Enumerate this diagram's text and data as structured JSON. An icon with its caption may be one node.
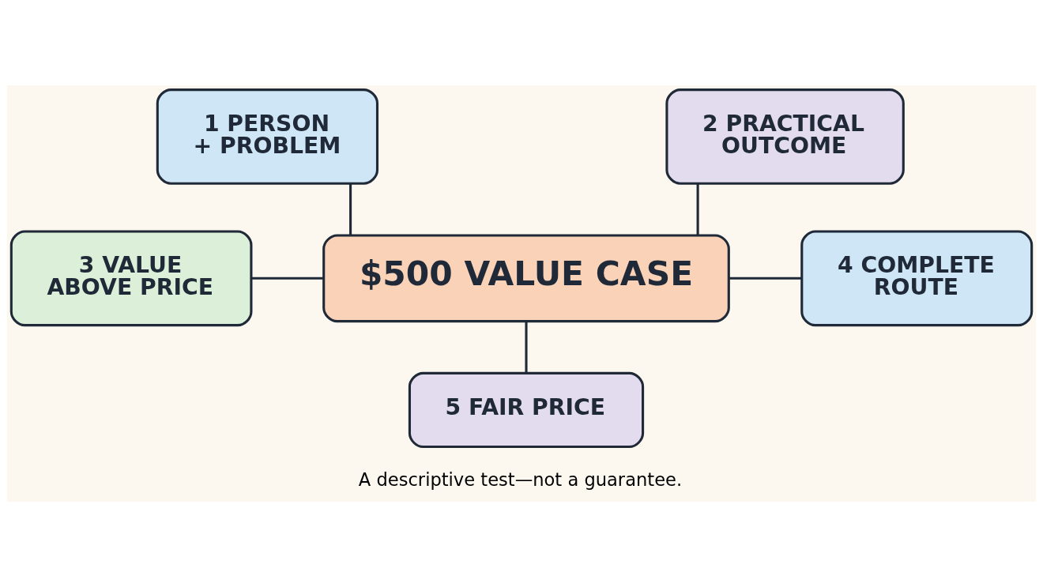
{
  "diagram": {
    "caption": "A descriptive test—not a guarantee.",
    "nodes": [
      {
        "text": [
          "1 PERSON + PROBLEM"
        ]
      },
      {
        "text": [
          "2 PRACTICAL OUTCOME"
        ]
      },
      {
        "text": [
          "3 VALUE ABOVE PRICE"
        ]
      },
      {
        "text": [
          "$500 VALUE CASE"
        ]
      },
      {
        "text": [
          "4 COMPLETE ROUTE"
        ]
      },
      {
        "text": [
          "5 FAIR PRICE"
        ]
      }
    ],
    "edges": [
      {
        "from": 3,
        "to": 0,
        "arrow": "none"
      },
      {
        "from": 3,
        "to": 1,
        "arrow": "none"
      },
      {
        "from": 3,
        "to": 2,
        "arrow": "none"
      },
      {
        "from": 3,
        "to": 4,
        "arrow": "none"
      },
      {
        "from": 3,
        "to": 5,
        "arrow": "none"
      }
    ]
  }
}
